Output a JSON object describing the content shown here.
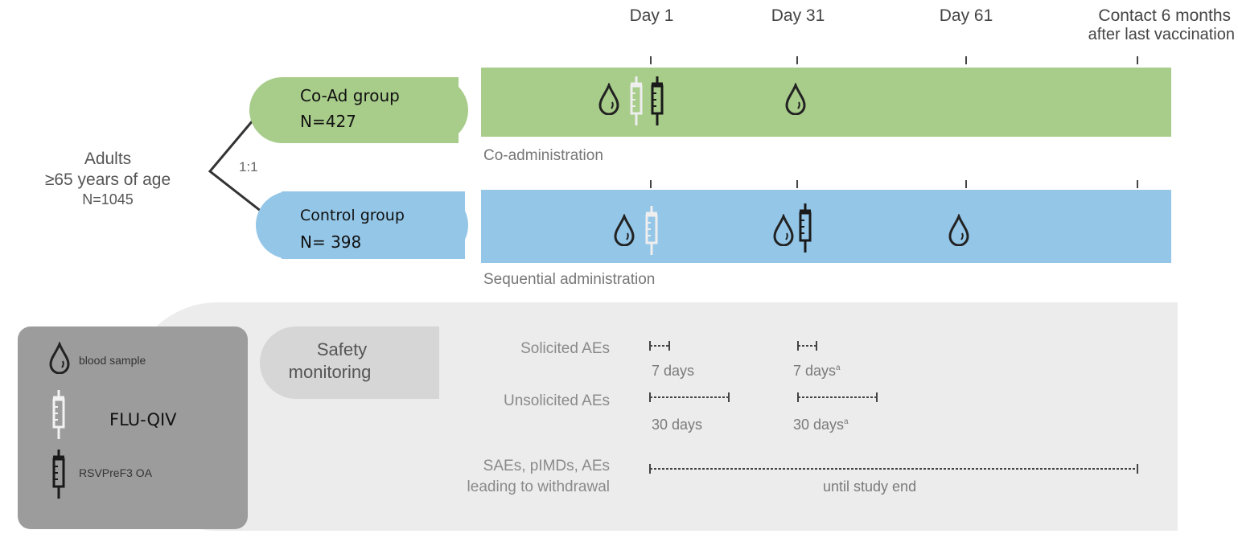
{
  "timeline": {
    "day1": "Day 1",
    "day31": "Day 31",
    "day61": "Day 61",
    "contact_line1": "Contact 6 months",
    "contact_line2": "after last vaccination"
  },
  "population": {
    "line1": "Adults",
    "line2": "≥65 years of age",
    "line3": "N=1045",
    "ratio": "1:1"
  },
  "coad": {
    "name": "Co-Ad group",
    "n": "N=427",
    "caption": "Co-administration"
  },
  "control": {
    "name": "Control group",
    "n": "N= 398",
    "caption": "Sequential administration"
  },
  "legend": {
    "blood": "blood sample",
    "flu": "FLU-QIV",
    "rsv": "RSVPreF3 OA"
  },
  "safety": {
    "title1": "Safety",
    "title2": "monitoring",
    "solicited": "Solicited AEs",
    "sol_a": "7 days",
    "sol_b": "7 days",
    "unsolicited": "Unsolicited AEs",
    "uns_a": "30 days",
    "uns_b": "30 days",
    "sae1": "SAEs, pIMDs, AEs",
    "sae2": "leading to withdrawal",
    "until": "until study end",
    "footnote": "a"
  },
  "colors": {
    "green": "#a8cc8a",
    "blue": "#94c6e8",
    "panel": "#ececec",
    "legend_box": "#9c9c9c"
  }
}
